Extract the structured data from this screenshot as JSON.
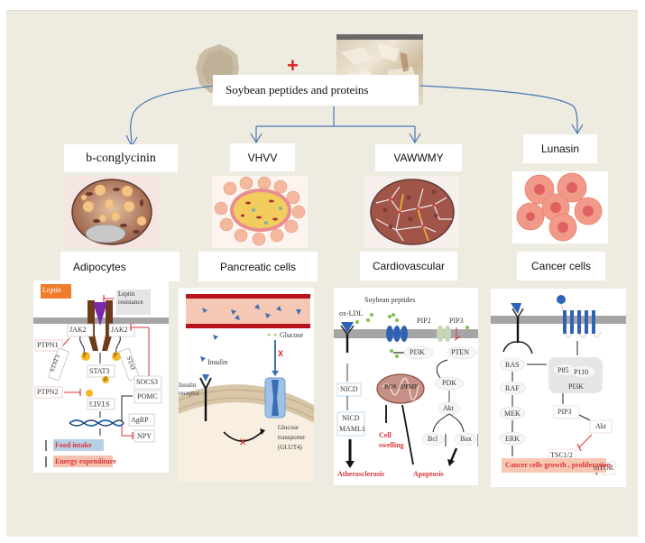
{
  "title": "Soybean peptides and proteins",
  "plus_sign": "+",
  "colors": {
    "background": "#eeece0",
    "arrow": "#4a76b5",
    "inhibit": "#d9343a",
    "accent_red": "#e02020"
  },
  "branches": [
    {
      "peptide": "b-conglycinin",
      "target": "Adipocytes",
      "pathway": {
        "leptin": "Leptin",
        "leptin_resistance": "Leptin resistance",
        "jak2_left": "JAK2",
        "jak2_right": "JAK2",
        "ptpn1": "PTPN1",
        "stat3_left": "STAT3",
        "stat3_right": "STAT",
        "p": "P",
        "stat3_center": "STAT3",
        "socs3": "SOCS3",
        "ptpn2": "PTPN2",
        "stat3_dimer": "STAT3",
        "d": "d",
        "pomc": "POMC",
        "agrp": "AgRP",
        "npy": "NPY",
        "food_intake": "Food intake",
        "energy_expenditure": "Energy expenditure"
      }
    },
    {
      "peptide": "VHVV",
      "target": "Pancreatic cells",
      "pathway": {
        "insulin": "Insulin",
        "insulin_receptor": "Insulin receptor",
        "glucose": "Glucose",
        "glut4": "Glucose transporter (GLUT4)",
        "block": "X"
      }
    },
    {
      "peptide": "VAWWMY",
      "target": "Cardiovascular",
      "pathway": {
        "soybean_peptides": "Soybean peptides",
        "ox_ldl": "ox-LDL",
        "pip2": "PIP2",
        "pip3": "PIP3",
        "pi3k": "PI3K",
        "pten": "PTEN",
        "nicd": "NICD",
        "ros_mmp": "ROS  ΔΨMP",
        "pdk": "PDK",
        "akt": "Akt",
        "nicd_maml1_a": "NICD",
        "nicd_maml1_b": "MAML1",
        "cell_swelling": "Cell swelling",
        "bcl": "Bcl",
        "bax": "Bax",
        "atherosclerosis": "Atherosclerosis",
        "apoptosis": "Apoptosis"
      }
    },
    {
      "peptide": "Lunasin",
      "target": "Cancer cells",
      "pathway": {
        "ras": "RAS",
        "raf": "RAF",
        "mek": "MEK",
        "erk": "ERK",
        "p85": "P85",
        "p110": "P110",
        "pi3k": "PI3K",
        "pip3": "PIP3",
        "akt": "Akt",
        "tsc": "TSC1/2",
        "mtor": "mTOR",
        "outcome": "Cancer cells growth , proliferation"
      }
    }
  ]
}
